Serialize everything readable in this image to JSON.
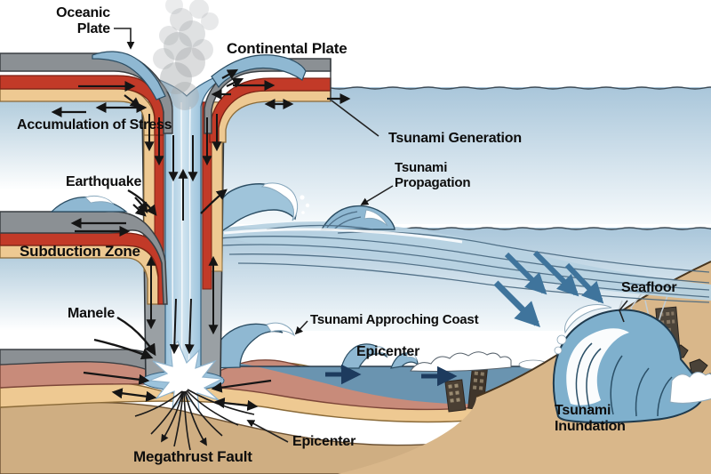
{
  "labels": {
    "oceanic_plate": "Oceanic\nPlate",
    "continental_plate": "Continental Plate",
    "accumulation_of_stress": "Accumulation of Stress",
    "tsunami_generation": "Tsunami Generation",
    "earthquake": "Earthquake",
    "tsunami_propagation": "Tsunami\nPropagation",
    "subduction_zone": "Subduction Zone",
    "mantle": "Manele",
    "tsunami_approaching_coast": "Tsunami Approching Coast",
    "epicenter_mid": "Epicenter",
    "seafloor": "Seafloor",
    "tsunami_inundation": "Tsunami\nInundation",
    "epicenter_bottom": "Epicenter",
    "megathrust_fault": "Megathrust Fault"
  },
  "colors": {
    "crust_gray": "#8b9094",
    "crust_gray_dark": "#73787c",
    "crust_red": "#c23a28",
    "crust_tan": "#eec992",
    "mantle_pink": "#c88b7a",
    "sand": "#cfae82",
    "coast_sand": "#d9b78a",
    "water_light": "#aac6da",
    "water_deep": "#6a94b0",
    "wave_blue": "#8fb8d2",
    "wave_body": "#b7d2e2",
    "foam_white": "#ffffff",
    "arrow_black": "#151515",
    "arrow_navy": "#1d3b5e",
    "arrow_steel": "#3f749c",
    "smoke_gray": "#a4a8ab",
    "outline_dark": "#26303a",
    "label_text": "#0d0d0d"
  }
}
